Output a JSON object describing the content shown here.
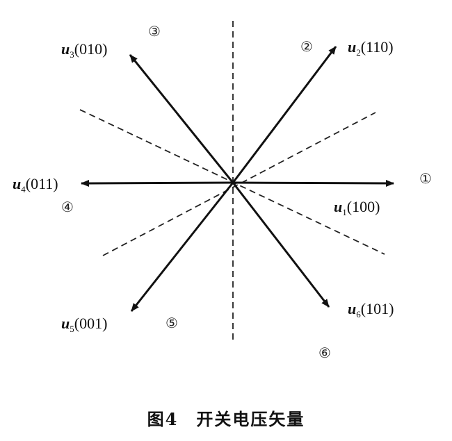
{
  "vectors": [
    {
      "name": "u",
      "sub": "1",
      "code": "(100)",
      "region": "①"
    },
    {
      "name": "u",
      "sub": "2",
      "code": "(110)",
      "region": "②"
    },
    {
      "name": "u",
      "sub": "3",
      "code": "(010)",
      "region": "③"
    },
    {
      "name": "u",
      "sub": "4",
      "code": "(011)",
      "region": "④"
    },
    {
      "name": "u",
      "sub": "5",
      "code": "(001)",
      "region": "⑤"
    },
    {
      "name": "u",
      "sub": "6",
      "code": "(101)",
      "region": "⑥"
    }
  ],
  "caption": "图4　开关电压矢量"
}
